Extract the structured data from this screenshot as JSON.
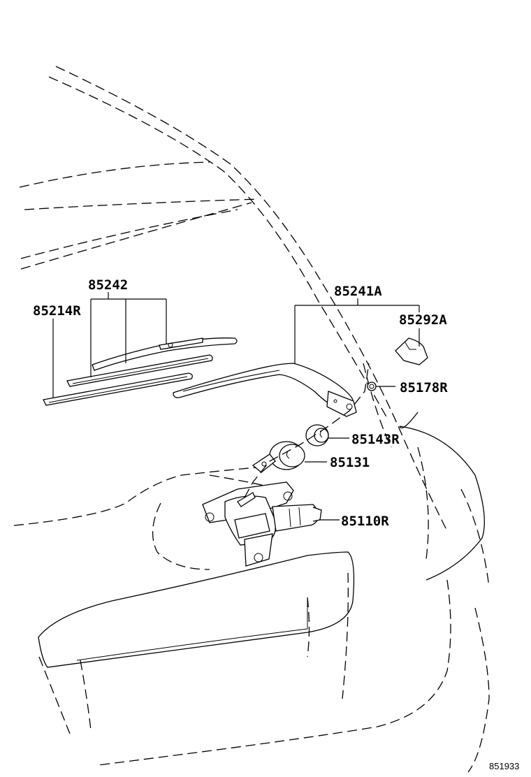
{
  "labels": {
    "wiper_blade_rubber": "85214R",
    "wiper_blade": "85242",
    "wiper_arm": "85241A",
    "arm_cap": "85292A",
    "nut": "85178R",
    "cap_grommet": "85143R",
    "pivot_seal": "85131",
    "wiper_motor": "85110R"
  },
  "figure_number": "851933"
}
